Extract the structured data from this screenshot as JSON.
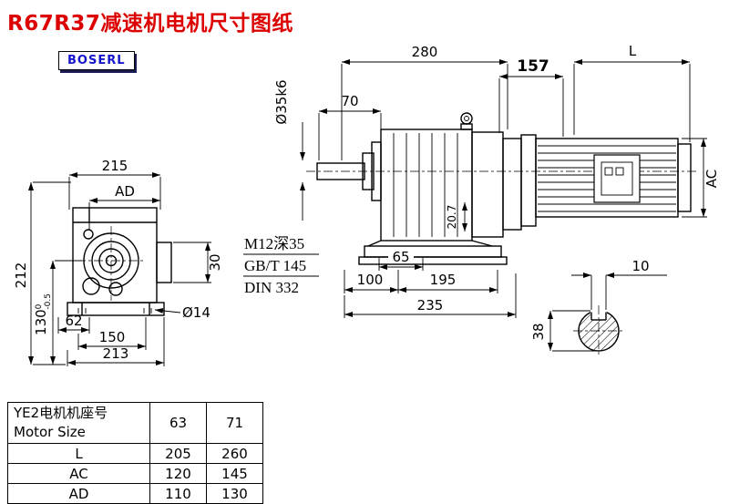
{
  "page": {
    "title": "R67R37减速机电机尺寸图纸",
    "logo_text": "BOSERL"
  },
  "front_view": {
    "d215": "215",
    "dAD": "AD",
    "d212": "212",
    "d130": "130",
    "tol_top": "0",
    "tol_bottom": "-0.5",
    "d62": "62",
    "d150": "150",
    "d213": "213",
    "d30": "30",
    "d14": "Ø14"
  },
  "side_view": {
    "d280": "280",
    "d70": "70",
    "shaft_dia": "Ø35k6",
    "d157": "157",
    "dL": "L",
    "dAC": "AC",
    "d20_7": "20.7",
    "d65": "65",
    "d100": "100",
    "d195": "195",
    "d235": "235",
    "note_thread": "M12深35",
    "note_std1": "GB/T 145",
    "note_std2": "DIN 332"
  },
  "shaft_section": {
    "d10": "10",
    "d38": "38"
  },
  "table": {
    "header_cn": "YE2电机机座号",
    "header_en": "Motor Size",
    "col_63": "63",
    "col_71": "71",
    "rows": [
      {
        "label": "L",
        "v63": "205",
        "v71": "260"
      },
      {
        "label": "AC",
        "v63": "120",
        "v71": "145"
      },
      {
        "label": "AD",
        "v63": "110",
        "v71": "130"
      }
    ]
  }
}
